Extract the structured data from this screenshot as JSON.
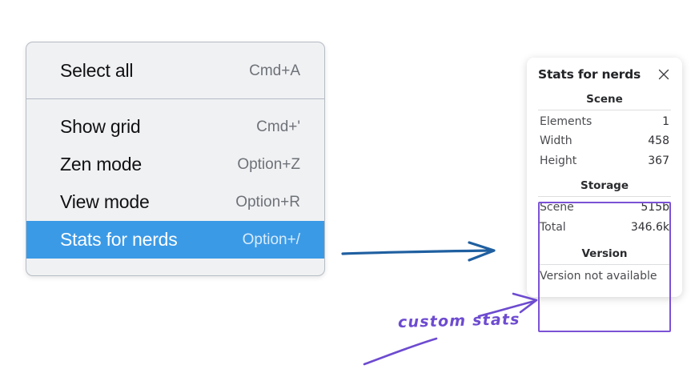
{
  "context_menu": {
    "name": "editor-context-menu",
    "groups": [
      {
        "items": [
          {
            "label": "Select all",
            "shortcut": "Cmd+A",
            "selected": false
          }
        ]
      },
      {
        "items": [
          {
            "label": "Show grid",
            "shortcut": "Cmd+'",
            "selected": false
          },
          {
            "label": "Zen mode",
            "shortcut": "Option+Z",
            "selected": false
          },
          {
            "label": "View mode",
            "shortcut": "Option+R",
            "selected": false
          },
          {
            "label": "Stats for nerds",
            "shortcut": "Option+/",
            "selected": true
          }
        ]
      }
    ]
  },
  "stats_panel": {
    "title": "Stats for nerds",
    "close_icon": "close-icon",
    "sections": [
      {
        "heading": "Scene",
        "rows": [
          {
            "label": "Elements",
            "value": "1"
          },
          {
            "label": "Width",
            "value": "458"
          },
          {
            "label": "Height",
            "value": "367"
          }
        ]
      },
      {
        "heading": "Storage",
        "rows": [
          {
            "label": "Scene",
            "value": "515b"
          },
          {
            "label": "Total",
            "value": "346.6k"
          }
        ]
      },
      {
        "heading": "Version",
        "note": "Version not available",
        "rows": []
      }
    ]
  },
  "annotations": {
    "handwritten_label": "custom stats",
    "blue_arrow": "arrow-menu-to-panel",
    "purple_arrow": "arrow-label-to-storage",
    "purple_tail": "underline-stroke",
    "highlight_box": "storage-version-highlight"
  },
  "colors": {
    "menu_background": "#f0f1f3",
    "menu_border": "#b6bcc4",
    "selection_blue": "#3b9ae6",
    "shortcut_grey": "#6e7278",
    "panel_white": "#ffffff",
    "annotation_purple": "#6d4bd0",
    "highlight_purple": "#7b52d6",
    "arrow_blue": "#1f5fa0",
    "page_background": "#ffffff"
  }
}
